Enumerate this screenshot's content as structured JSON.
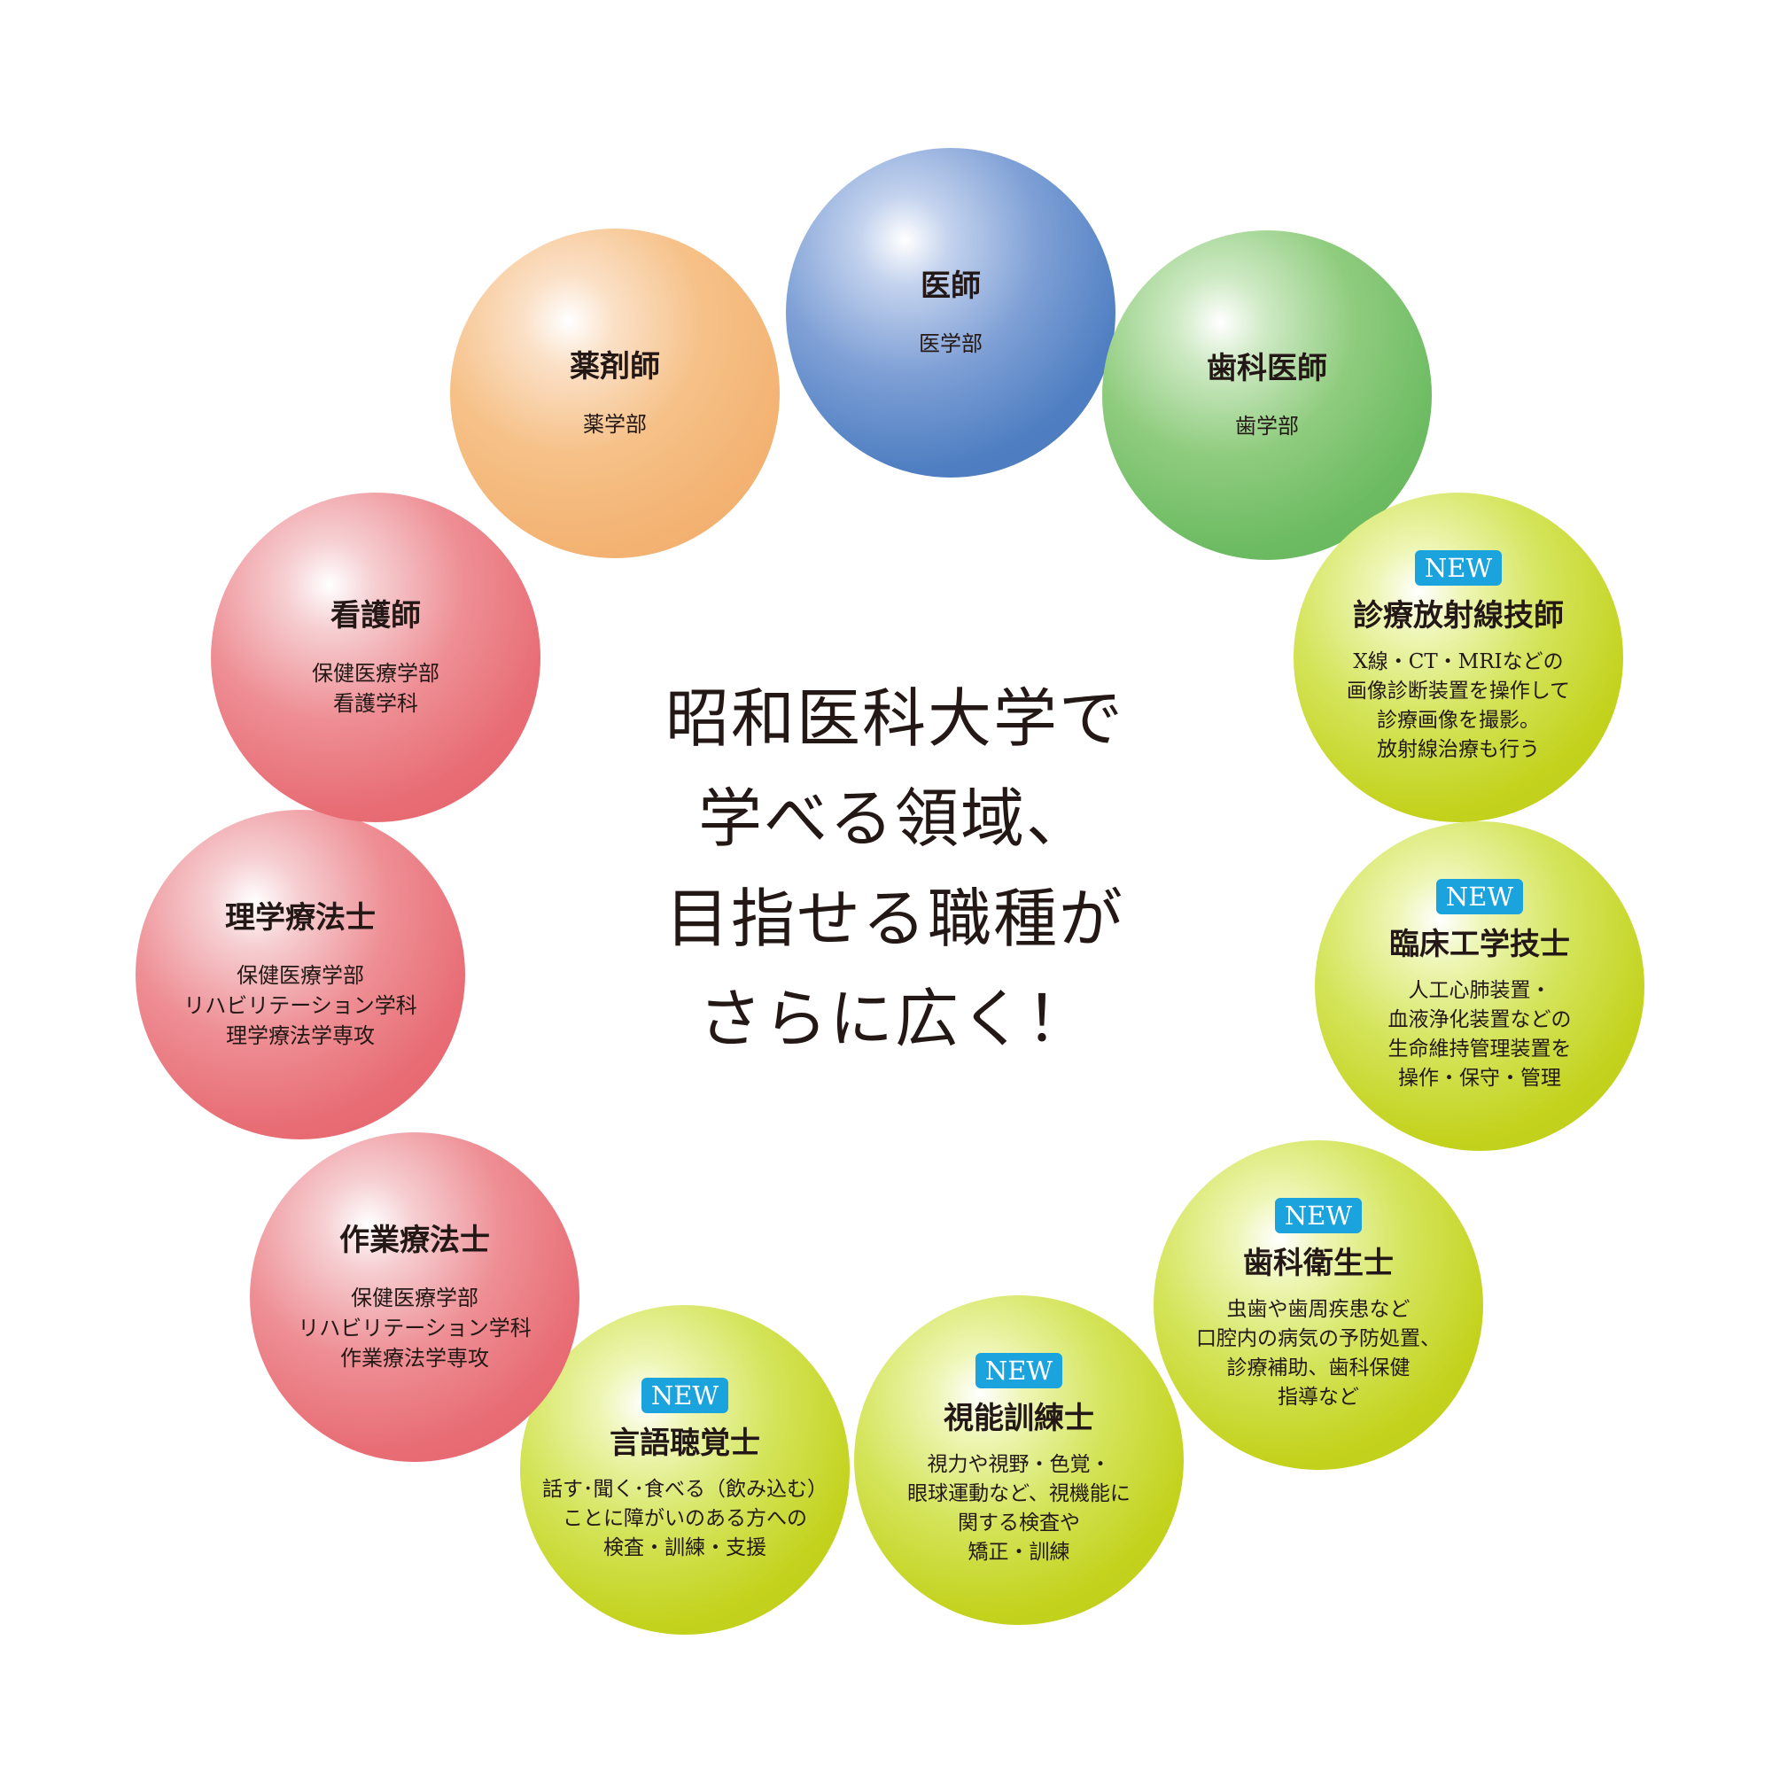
{
  "title": "昭和医科大学で\n学べる領域、\n目指せる職種が\nさらに広く！",
  "circles": [
    {
      "name": "医師",
      "sub": "医学部",
      "color": "#4a78bb"
    },
    {
      "name": "歯科医師",
      "sub": "歯学部",
      "color": "#65b45a"
    },
    {
      "badge": "NEW",
      "name": "診療放射線技師",
      "desc": "X線・CT・MRIなどの\n画像診断装置を操作して\n診療画像を撮影。\n放射線治療も行う",
      "color": "#bccb16"
    },
    {
      "badge": "NEW",
      "name": "臨床工学技士",
      "desc": "人工心肺装置・\n血液浄化装置などの\n生命維持管理装置を\n操作・保守・管理",
      "color": "#bccb16"
    },
    {
      "badge": "NEW",
      "name": "歯科衛生士",
      "desc": "虫歯や歯周疾患など\n口腔内の病気の予防処置、\n診療補助、歯科保健\n指導など",
      "color": "#bccb16"
    },
    {
      "badge": "NEW",
      "name": "視能訓練士",
      "desc": "視力や視野・色覚・\n眼球運動など、視機能に\n関する検査や\n矯正・訓練",
      "color": "#bccb16"
    },
    {
      "badge": "NEW",
      "name": "言語聴覚士",
      "desc": "話す･聞く･食べる（飲み込む）\nことに障がいのある方への\n検査・訓練・支援",
      "color": "#bccb16"
    },
    {
      "name": "作業療法士",
      "sub": "保健医療学部\nリハビリテーション学科\n作業療法学専攻",
      "color": "#e4646c"
    },
    {
      "name": "理学療法士",
      "sub": "保健医療学部\nリハビリテーション学科\n理学療法学専攻",
      "color": "#e4646c"
    },
    {
      "name": "看護師",
      "sub": "保健医療学部\n看護学科",
      "color": "#e4646c"
    },
    {
      "name": "薬剤師",
      "sub": "薬学部",
      "color": "#f0aa68"
    }
  ]
}
